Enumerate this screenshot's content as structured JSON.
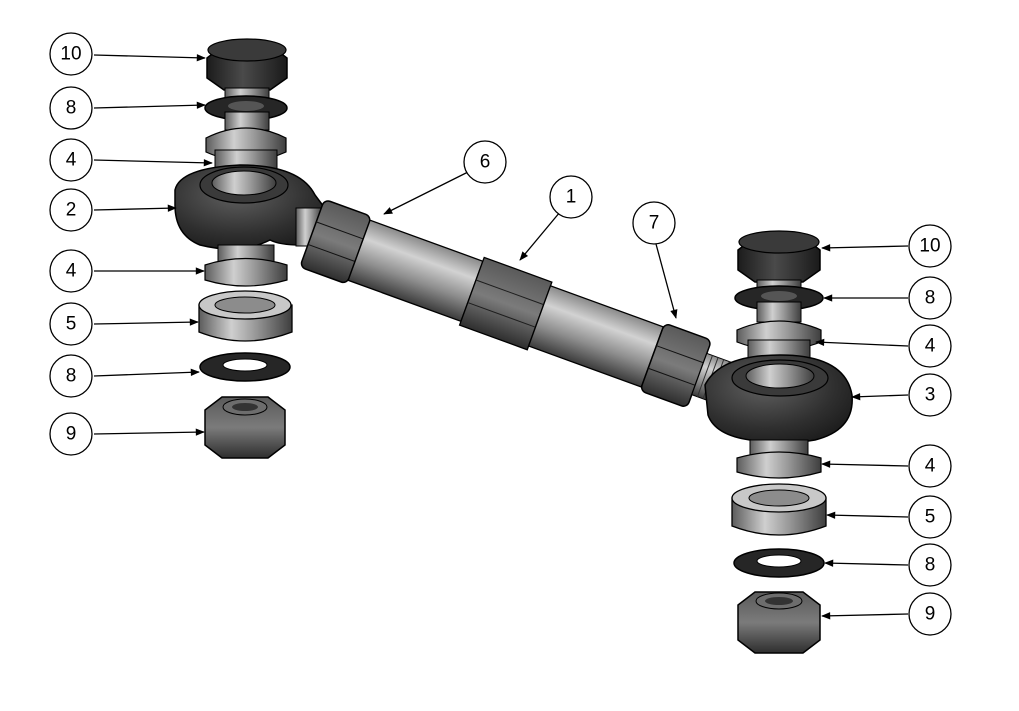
{
  "colors": {
    "background": "#ffffff",
    "line": "#000000",
    "metal_dark": "#2b2b2b",
    "metal_mid": "#6a6a6a",
    "metal_light": "#bdbdbd",
    "metal_highlight": "#e6e6e6"
  },
  "callouts": [
    {
      "id": "callout-10-top-left",
      "label": "10"
    },
    {
      "id": "callout-8-upper-left",
      "label": "8"
    },
    {
      "id": "callout-4-upper-left",
      "label": "4"
    },
    {
      "id": "callout-2-left",
      "label": "2"
    },
    {
      "id": "callout-4-lower-left",
      "label": "4"
    },
    {
      "id": "callout-5-left",
      "label": "5"
    },
    {
      "id": "callout-8-lower-left",
      "label": "8"
    },
    {
      "id": "callout-9-left",
      "label": "9"
    },
    {
      "id": "callout-6",
      "label": "6"
    },
    {
      "id": "callout-1",
      "label": "1"
    },
    {
      "id": "callout-7",
      "label": "7"
    },
    {
      "id": "callout-10-right",
      "label": "10"
    },
    {
      "id": "callout-8-upper-right",
      "label": "8"
    },
    {
      "id": "callout-4-upper-right",
      "label": "4"
    },
    {
      "id": "callout-3-right",
      "label": "3"
    },
    {
      "id": "callout-4-lower-right",
      "label": "4"
    },
    {
      "id": "callout-5-right",
      "label": "5"
    },
    {
      "id": "callout-8-lower-right",
      "label": "8"
    },
    {
      "id": "callout-9-right",
      "label": "9"
    }
  ]
}
